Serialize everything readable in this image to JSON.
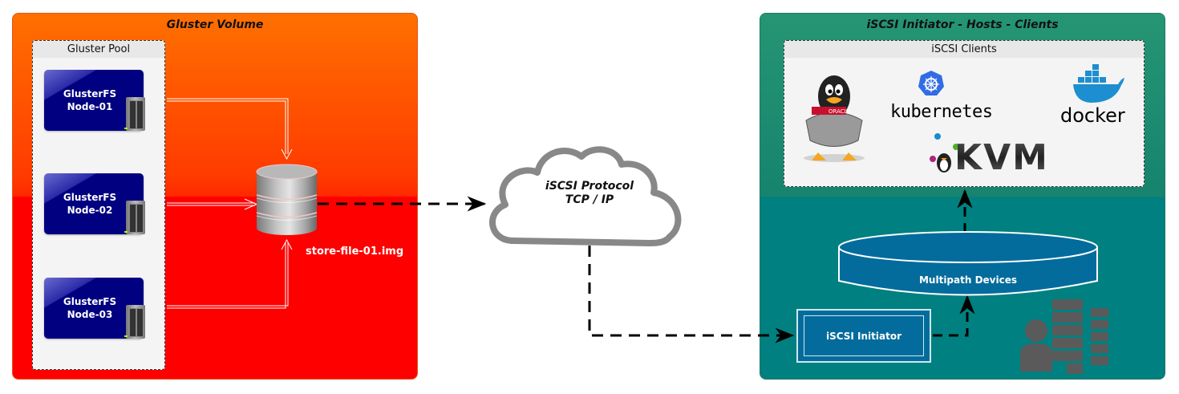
{
  "gluster_volume": {
    "title": "Gluster Volume",
    "pool": {
      "title": "Gluster Pool",
      "nodes": [
        {
          "line1": "GlusterFS",
          "line2": "Node-01"
        },
        {
          "line1": "GlusterFS",
          "line2": "Node-02"
        },
        {
          "line1": "GlusterFS",
          "line2": "Node-03"
        }
      ]
    },
    "storage_file": "store-file-01.img"
  },
  "network": {
    "line1": "iSCSI Protocol",
    "line2": "TCP / IP"
  },
  "iscsi_host": {
    "title": "iSCSI Initiator - Hosts - Clients",
    "clients": {
      "title": "iSCSI Clients",
      "logos": {
        "oracle_badge": "ORACLE",
        "kubernetes": "kubernetes",
        "docker": "docker",
        "kvm": "KVM"
      }
    },
    "multipath_label": "Multipath Devices",
    "initiator_label": "iSCSI Initiator"
  },
  "colors": {
    "gluster_top": "#ff7000",
    "gluster_bottom": "#ff0000",
    "node_fill": "#000080",
    "host_top": "#259573",
    "host_bottom": "#008080",
    "device_fill": "#046c9c",
    "cloud_stroke": "#888888"
  }
}
